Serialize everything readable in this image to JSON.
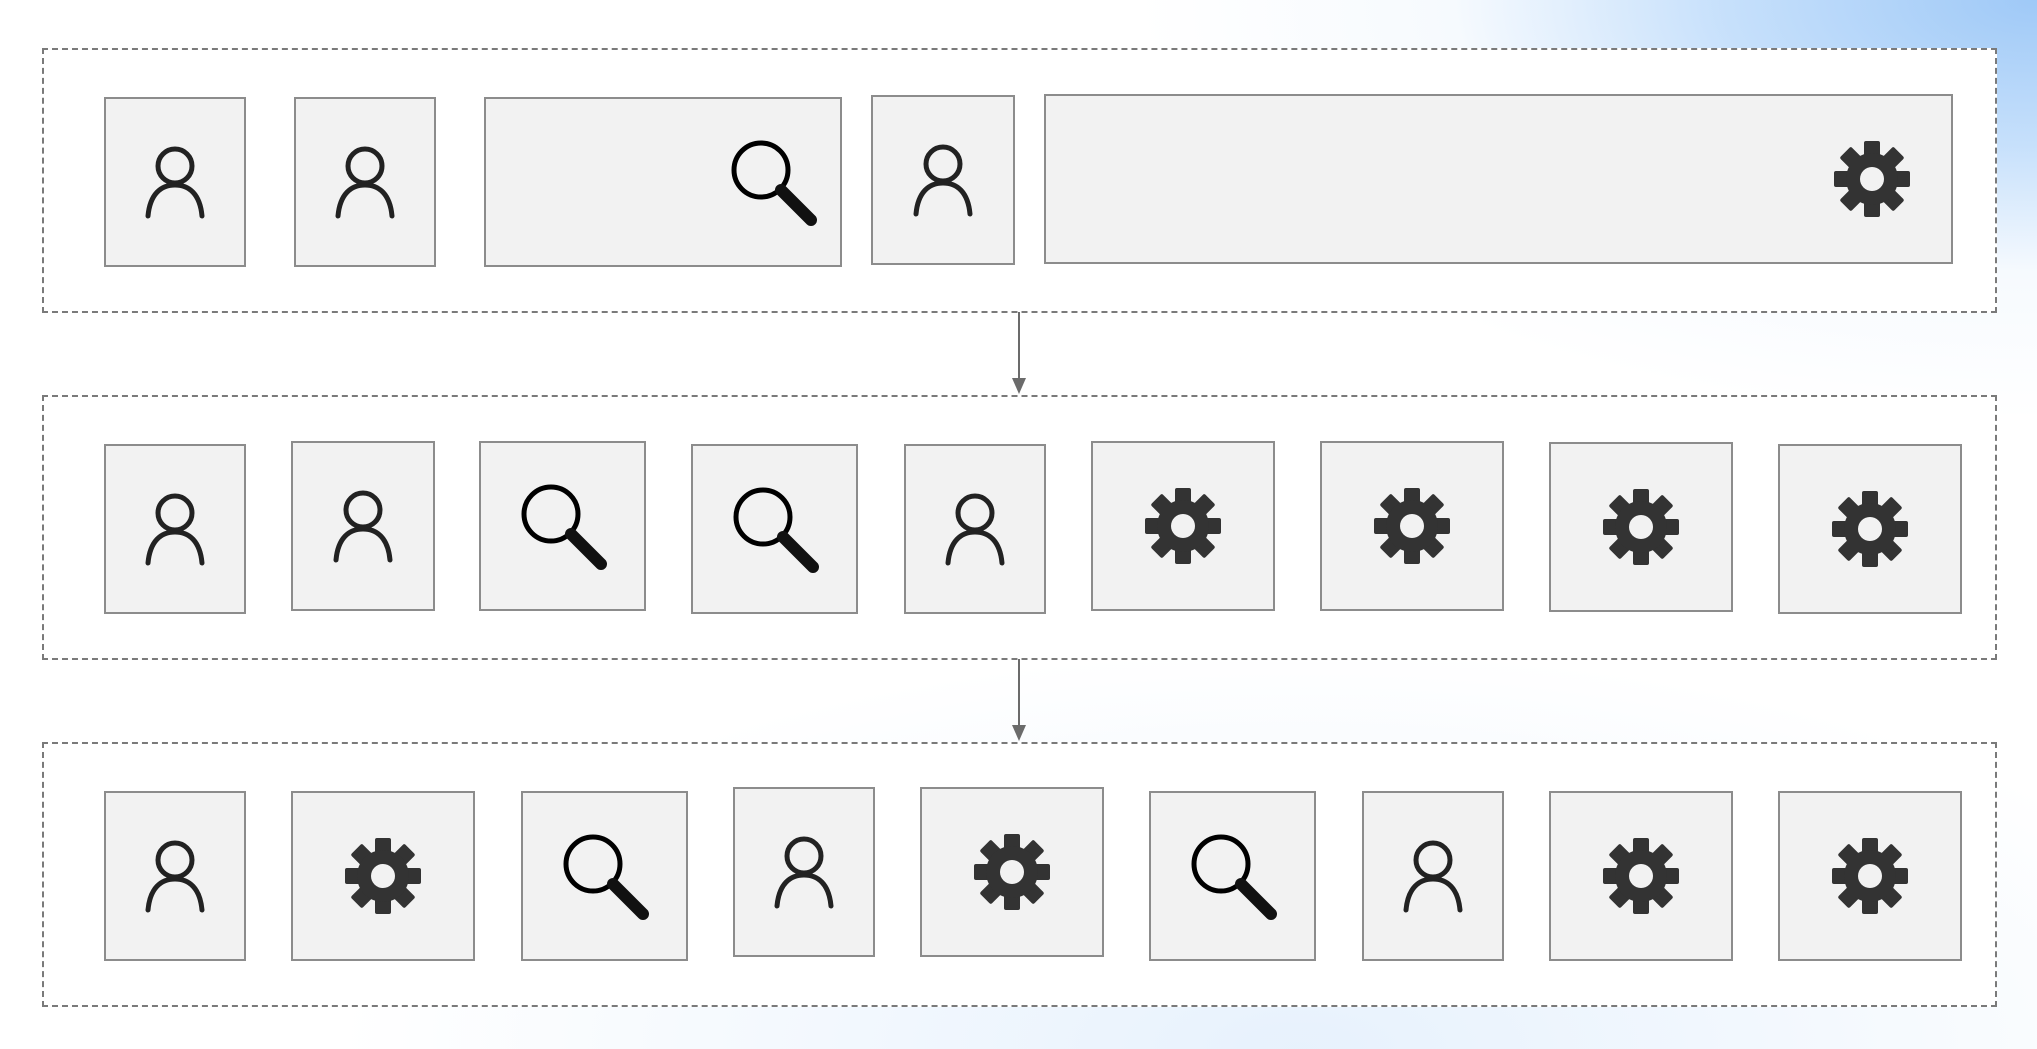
{
  "diagram": {
    "rows": [
      {
        "name": "row-1",
        "tiles": [
          {
            "icon": "person-icon"
          },
          {
            "icon": "person-icon"
          },
          {
            "icon": "search-icon"
          },
          {
            "icon": "person-icon"
          },
          {
            "icon": "gear-icon"
          }
        ]
      },
      {
        "name": "row-2",
        "tiles": [
          {
            "icon": "person-icon"
          },
          {
            "icon": "person-icon"
          },
          {
            "icon": "search-icon"
          },
          {
            "icon": "search-icon"
          },
          {
            "icon": "person-icon"
          },
          {
            "icon": "gear-icon"
          },
          {
            "icon": "gear-icon"
          },
          {
            "icon": "gear-icon"
          },
          {
            "icon": "gear-icon"
          }
        ]
      },
      {
        "name": "row-3",
        "tiles": [
          {
            "icon": "person-icon"
          },
          {
            "icon": "gear-icon"
          },
          {
            "icon": "search-icon"
          },
          {
            "icon": "person-icon"
          },
          {
            "icon": "gear-icon"
          },
          {
            "icon": "search-icon"
          },
          {
            "icon": "person-icon"
          },
          {
            "icon": "gear-icon"
          },
          {
            "icon": "gear-icon"
          }
        ]
      }
    ],
    "connectors": [
      {
        "from": "row-1",
        "to": "row-2"
      },
      {
        "from": "row-2",
        "to": "row-3"
      }
    ],
    "colors": {
      "tile_fill": "#f2f2f2",
      "tile_border": "#8c8c8c",
      "group_border": "#7a7a7a",
      "icon": "#222222",
      "gear": "#333333",
      "arrow": "#6b6b6b"
    }
  }
}
